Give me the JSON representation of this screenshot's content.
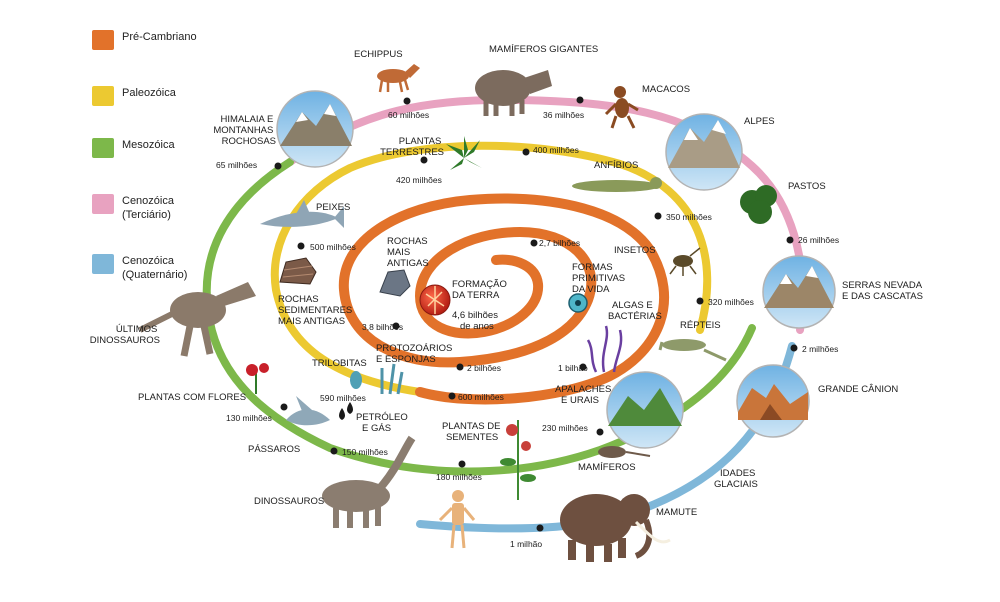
{
  "colors": {
    "precambrian": "#e2722a",
    "paleozoic": "#ecc931",
    "mesozoic": "#7db84a",
    "cenozoic_tertiary": "#e8a2c0",
    "cenozoic_quaternary": "#7fb7d9"
  },
  "legend": [
    {
      "label": "Pré-Cambriano",
      "color": "#e2722a"
    },
    {
      "label": "Paleozóica",
      "color": "#ecc931"
    },
    {
      "label": "Mesozóica",
      "color": "#7db84a"
    },
    {
      "label": "Cenozóica (Terciário)",
      "color": "#e8a2c0"
    },
    {
      "label": "Cenozóica (Quaternário)",
      "color": "#7fb7d9"
    }
  ],
  "times": {
    "t60": "60 milhões",
    "t36": "36 milhões",
    "t65": "65 milhões",
    "t26": "26 milhões",
    "t2m": "2 milhões",
    "t1m": "1 milhão",
    "t400": "400 milhões",
    "t420": "420 milhões",
    "t350": "350 milhões",
    "t500": "500 milhões",
    "t320": "320 milhões",
    "t27b": "2,7 bilhões",
    "t38b": "3,8 bilhões",
    "t2b": "2 bilhões",
    "t1b": "1 bilhão",
    "t590": "590 milhões",
    "t600": "600 milhões",
    "t230": "230 milhões",
    "t130": "130 milhões",
    "t150": "150 milhões",
    "t180": "180 milhões"
  },
  "labels": {
    "echippus": "ECHIPPUS",
    "mamiferos_gigantes": "MAMÍFEROS GIGANTES",
    "macacos": "MACACOS",
    "himalaia": [
      "HIMALAIA E",
      "MONTANHAS",
      "ROCHOSAS"
    ],
    "alpes": "ALPES",
    "plantas_terrestres": [
      "PLANTAS",
      "TERRESTRES"
    ],
    "anfibios": "ANFÍBIOS",
    "pastos": "PASTOS",
    "peixes": "PEIXES",
    "rochas_antigas": [
      "ROCHAS",
      "MAIS",
      "ANTIGAS"
    ],
    "insetos": "INSETOS",
    "serras": [
      "SERRAS NEVADA",
      "E DAS CASCATAS"
    ],
    "formacao": [
      "FORMAÇÃO",
      "DA TERRA"
    ],
    "bilhoes_46": [
      "4,6 bilhões",
      "de anos"
    ],
    "formas_primitivas": [
      "FORMAS",
      "PRIMITIVAS",
      "DA VIDA"
    ],
    "rochas_sedimentares": [
      "ROCHAS",
      "SEDIMENTARES",
      "MAIS ANTIGAS"
    ],
    "algas": [
      "ALGAS E",
      "BACTÉRIAS"
    ],
    "repteis": "RÉPTEIS",
    "ultimos_dinossauros": [
      "ÚLTIMOS",
      "DINOSSAUROS"
    ],
    "protozoarios": [
      "PROTOZOÁRIOS",
      "E ESPONJAS"
    ],
    "trilobitas": "TRILOBITAS",
    "grande_canion": "GRANDE CÂNION",
    "apalaches": [
      "APALACHES",
      "E URAIS"
    ],
    "plantas_flores": "PLANTAS COM FLORES",
    "petroleo": [
      "PETRÓLEO",
      "E GÁS"
    ],
    "plantas_sementes": [
      "PLANTAS DE",
      "SEMENTES"
    ],
    "mamiferos": "MAMÍFEROS",
    "idades_glaciais": [
      "IDADES",
      "GLACIAIS"
    ],
    "passaros": "PÁSSAROS",
    "dinossauros": "DINOSSAUROS",
    "mamute": "MAMUTE"
  }
}
